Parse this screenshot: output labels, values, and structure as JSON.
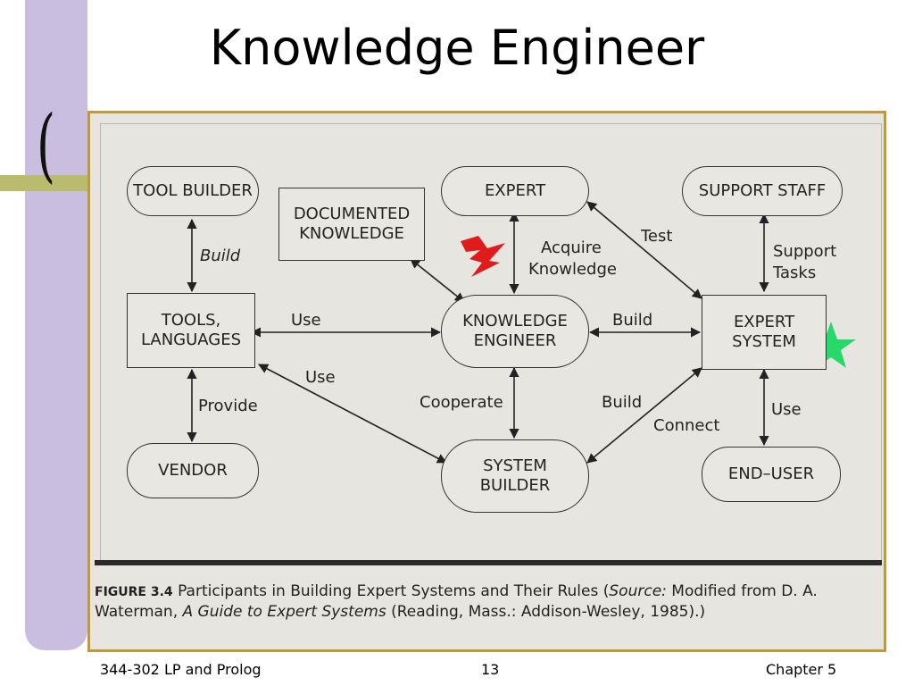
{
  "slide": {
    "title": "Knowledge Engineer",
    "footer_left": "344-302 LP and Prolog",
    "footer_center": "13",
    "footer_right": "Chapter 5",
    "accent_colors": {
      "sidebar": "#c9bee0",
      "olive": "#b9bb6e",
      "frame": "#c09a3a",
      "lightning": "#e11b1b",
      "star": "#27d86a"
    }
  },
  "diagram": {
    "nodes": {
      "tool_builder": "TOOL BUILDER",
      "documented_knowledge": [
        "DOCUMENTED",
        "KNOWLEDGE"
      ],
      "expert": "EXPERT",
      "support_staff": "SUPPORT STAFF",
      "tools_languages": [
        "TOOLS,",
        "LANGUAGES"
      ],
      "knowledge_engineer": [
        "KNOWLEDGE",
        "ENGINEER"
      ],
      "expert_system": [
        "EXPERT",
        "SYSTEM"
      ],
      "vendor": "VENDOR",
      "system_builder": [
        "SYSTEM",
        "BUILDER"
      ],
      "end_user": "END–USER"
    },
    "edge_labels": {
      "build_tools": "Build",
      "acquire_knowledge": [
        "Acquire",
        "Knowledge"
      ],
      "test": "Test",
      "support_tasks": [
        "Support",
        "Tasks"
      ],
      "use_tools": "Use",
      "build_expert_system": "Build",
      "use_system_builder": "Use",
      "provide": "Provide",
      "cooperate": "Cooperate",
      "build_system_builder": "Build",
      "connect": "Connect",
      "use_end_user": "Use"
    },
    "caption": {
      "figure": "FIGURE 3.4",
      "text_a": "Participants in Building Expert Systems and Their Rules (",
      "source": "Source:",
      "text_b": " Modified from D. A. Waterman, ",
      "book": "A Guide to Expert Systems",
      "text_c": " (Reading, Mass.: Addison-Wesley, 1985).)"
    }
  }
}
